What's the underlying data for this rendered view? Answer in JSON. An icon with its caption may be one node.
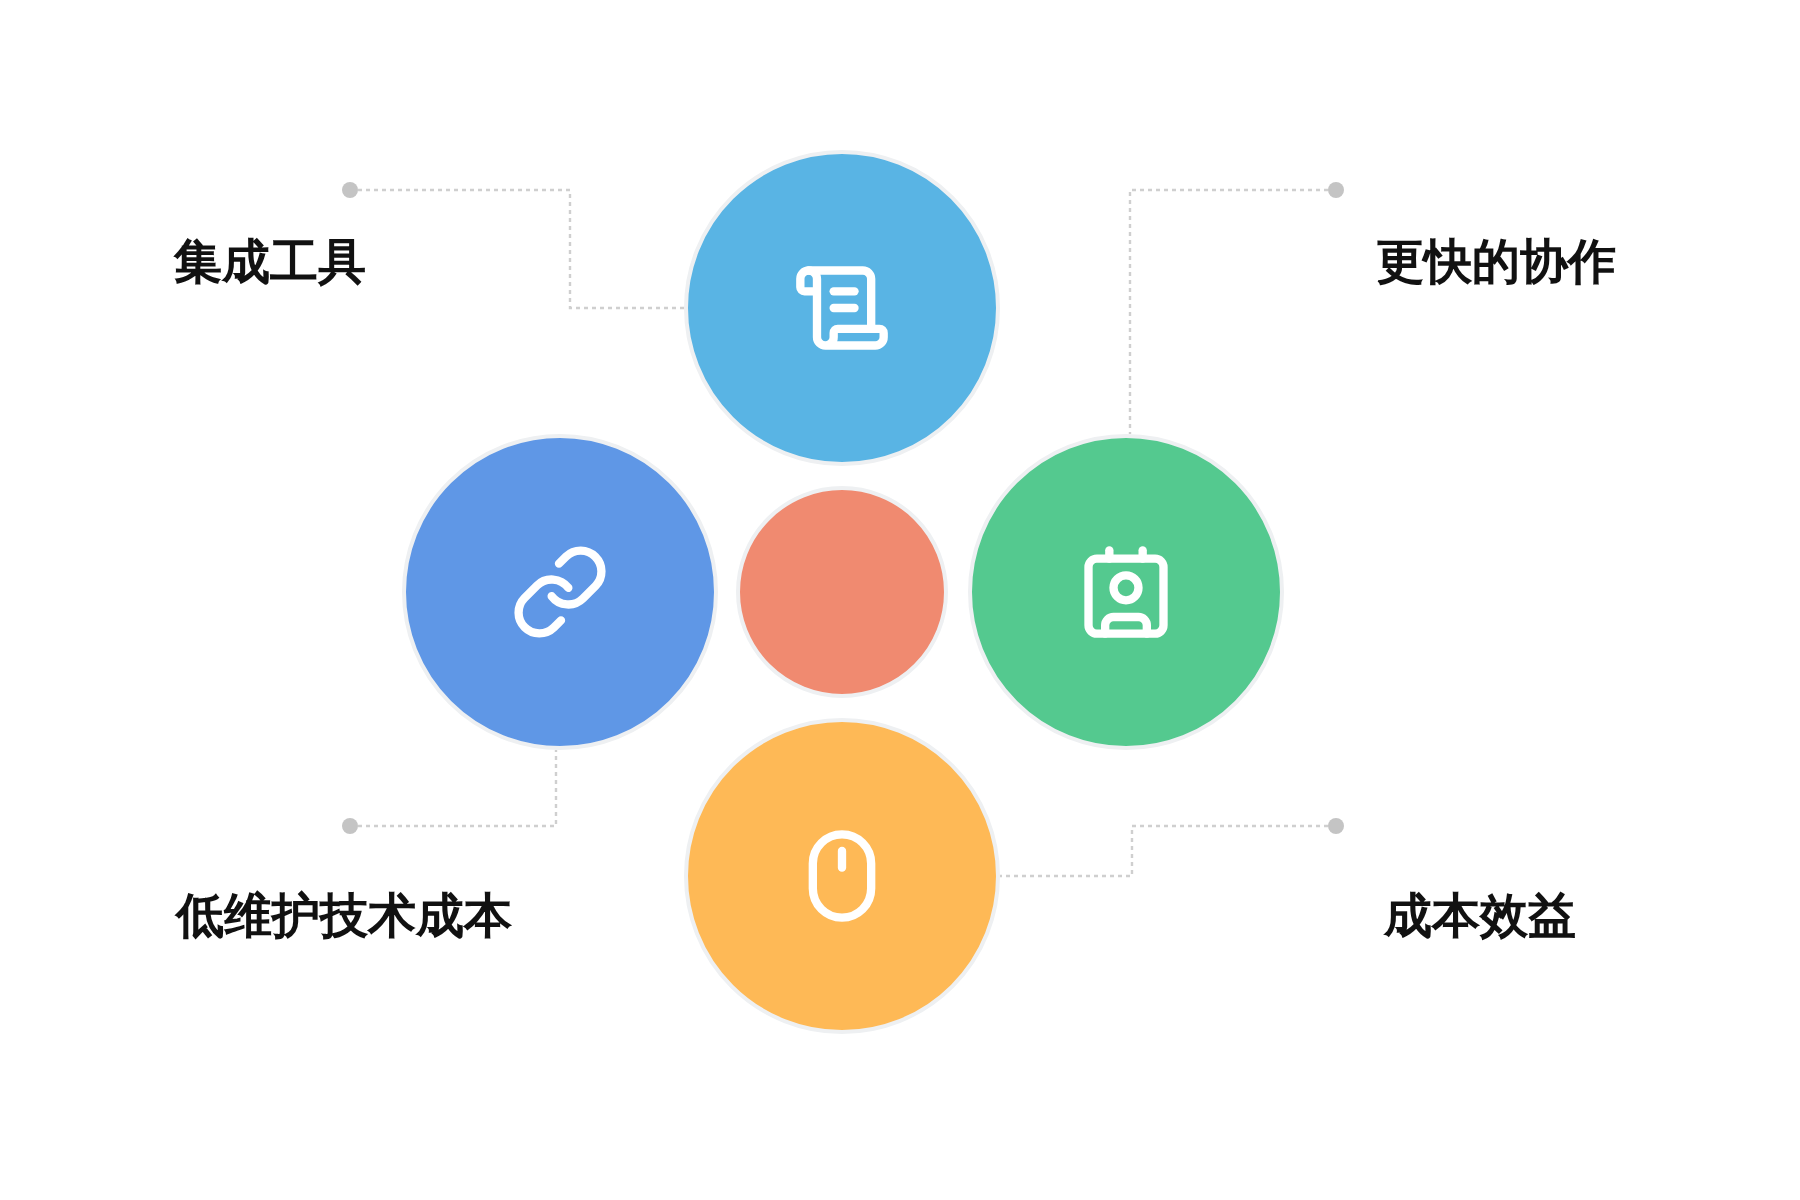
{
  "diagram": {
    "nodes": [
      {
        "text": [
          "集成工具"
        ]
      },
      {
        "text": [
          "更快的协作"
        ]
      },
      {
        "text": [],
        "shape": "circle"
      },
      {
        "text": [],
        "shape": "circle"
      },
      {
        "text": [],
        "shape": "circle"
      },
      {
        "text": [],
        "shape": "circle"
      },
      {
        "text": [
          "低维护技术成本"
        ]
      },
      {
        "text": [],
        "shape": "circle"
      },
      {
        "text": [
          "成本效益"
        ]
      }
    ],
    "edges": [
      {
        "from": 0,
        "to": 2,
        "arrow": "other",
        "style": "dashed"
      },
      {
        "from": 1,
        "to": 5,
        "arrow": "other",
        "style": "dashed"
      },
      {
        "from": 6,
        "to": 3,
        "arrow": "other",
        "style": "dashed"
      },
      {
        "from": 8,
        "to": 7,
        "arrow": "other",
        "style": "dashed"
      }
    ]
  }
}
